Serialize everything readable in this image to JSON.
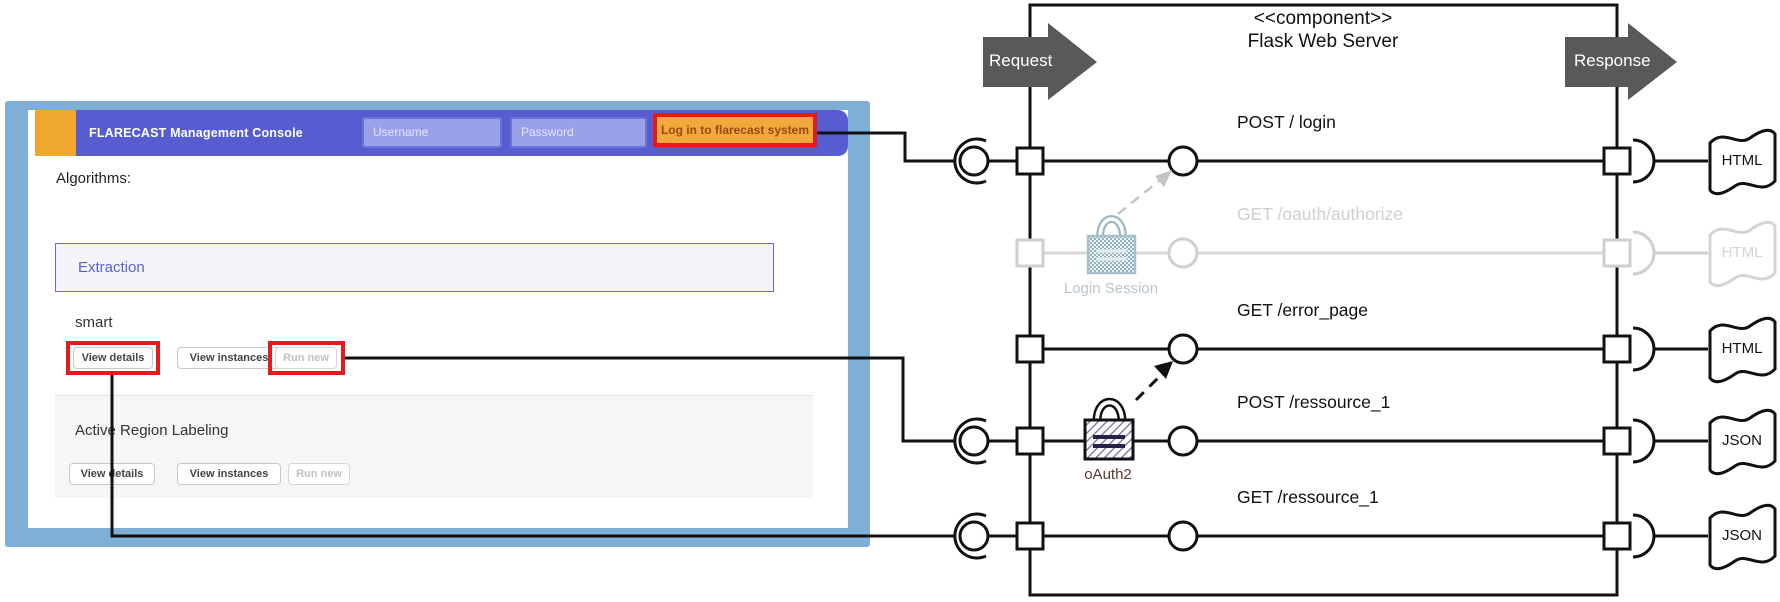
{
  "console": {
    "header": {
      "title": "FLARECAST Management Console",
      "username_placeholder": "Username",
      "password_placeholder": "Password",
      "login_button": "Log in to flarecast system"
    },
    "algorithms_label": "Algorithms:",
    "category": "Extraction",
    "button_labels": {
      "view_details": "View details",
      "view_instances": "View instances",
      "run_new": "Run new"
    },
    "algorithms": [
      {
        "name": "smart"
      },
      {
        "name": "Active Region Labeling"
      }
    ]
  },
  "diagram": {
    "component_stereotype": "<<component>>",
    "component_name": "Flask Web Server",
    "request_label": "Request",
    "response_label": "Response",
    "endpoints": [
      {
        "method_path": "POST / login",
        "output": "HTML",
        "state": "active"
      },
      {
        "method_path": "GET /oauth/authorize",
        "output": "HTML",
        "state": "inactive"
      },
      {
        "method_path": "GET /error_page",
        "output": "HTML",
        "state": "active"
      },
      {
        "method_path": "POST /ressource_1",
        "output": "JSON",
        "state": "active"
      },
      {
        "method_path": "GET /ressource_1",
        "output": "JSON",
        "state": "active"
      }
    ],
    "locks": [
      {
        "label": "Login Session",
        "style": "inactive-teal-checker"
      },
      {
        "label": "oAuth2",
        "style": "purple-hatch"
      }
    ]
  },
  "colors": {
    "frame_blue": "#7fafd6",
    "header_purple": "#575dd0",
    "accent_orange": "#f0a72e",
    "button_orange": "#f2a93b",
    "highlight_red": "#e61a1a",
    "arrow_gray": "#595959",
    "inactive_gray": "#cfcfcf",
    "lock_purple": "#7b68b5",
    "lock_teal": "#8fb2bd"
  }
}
